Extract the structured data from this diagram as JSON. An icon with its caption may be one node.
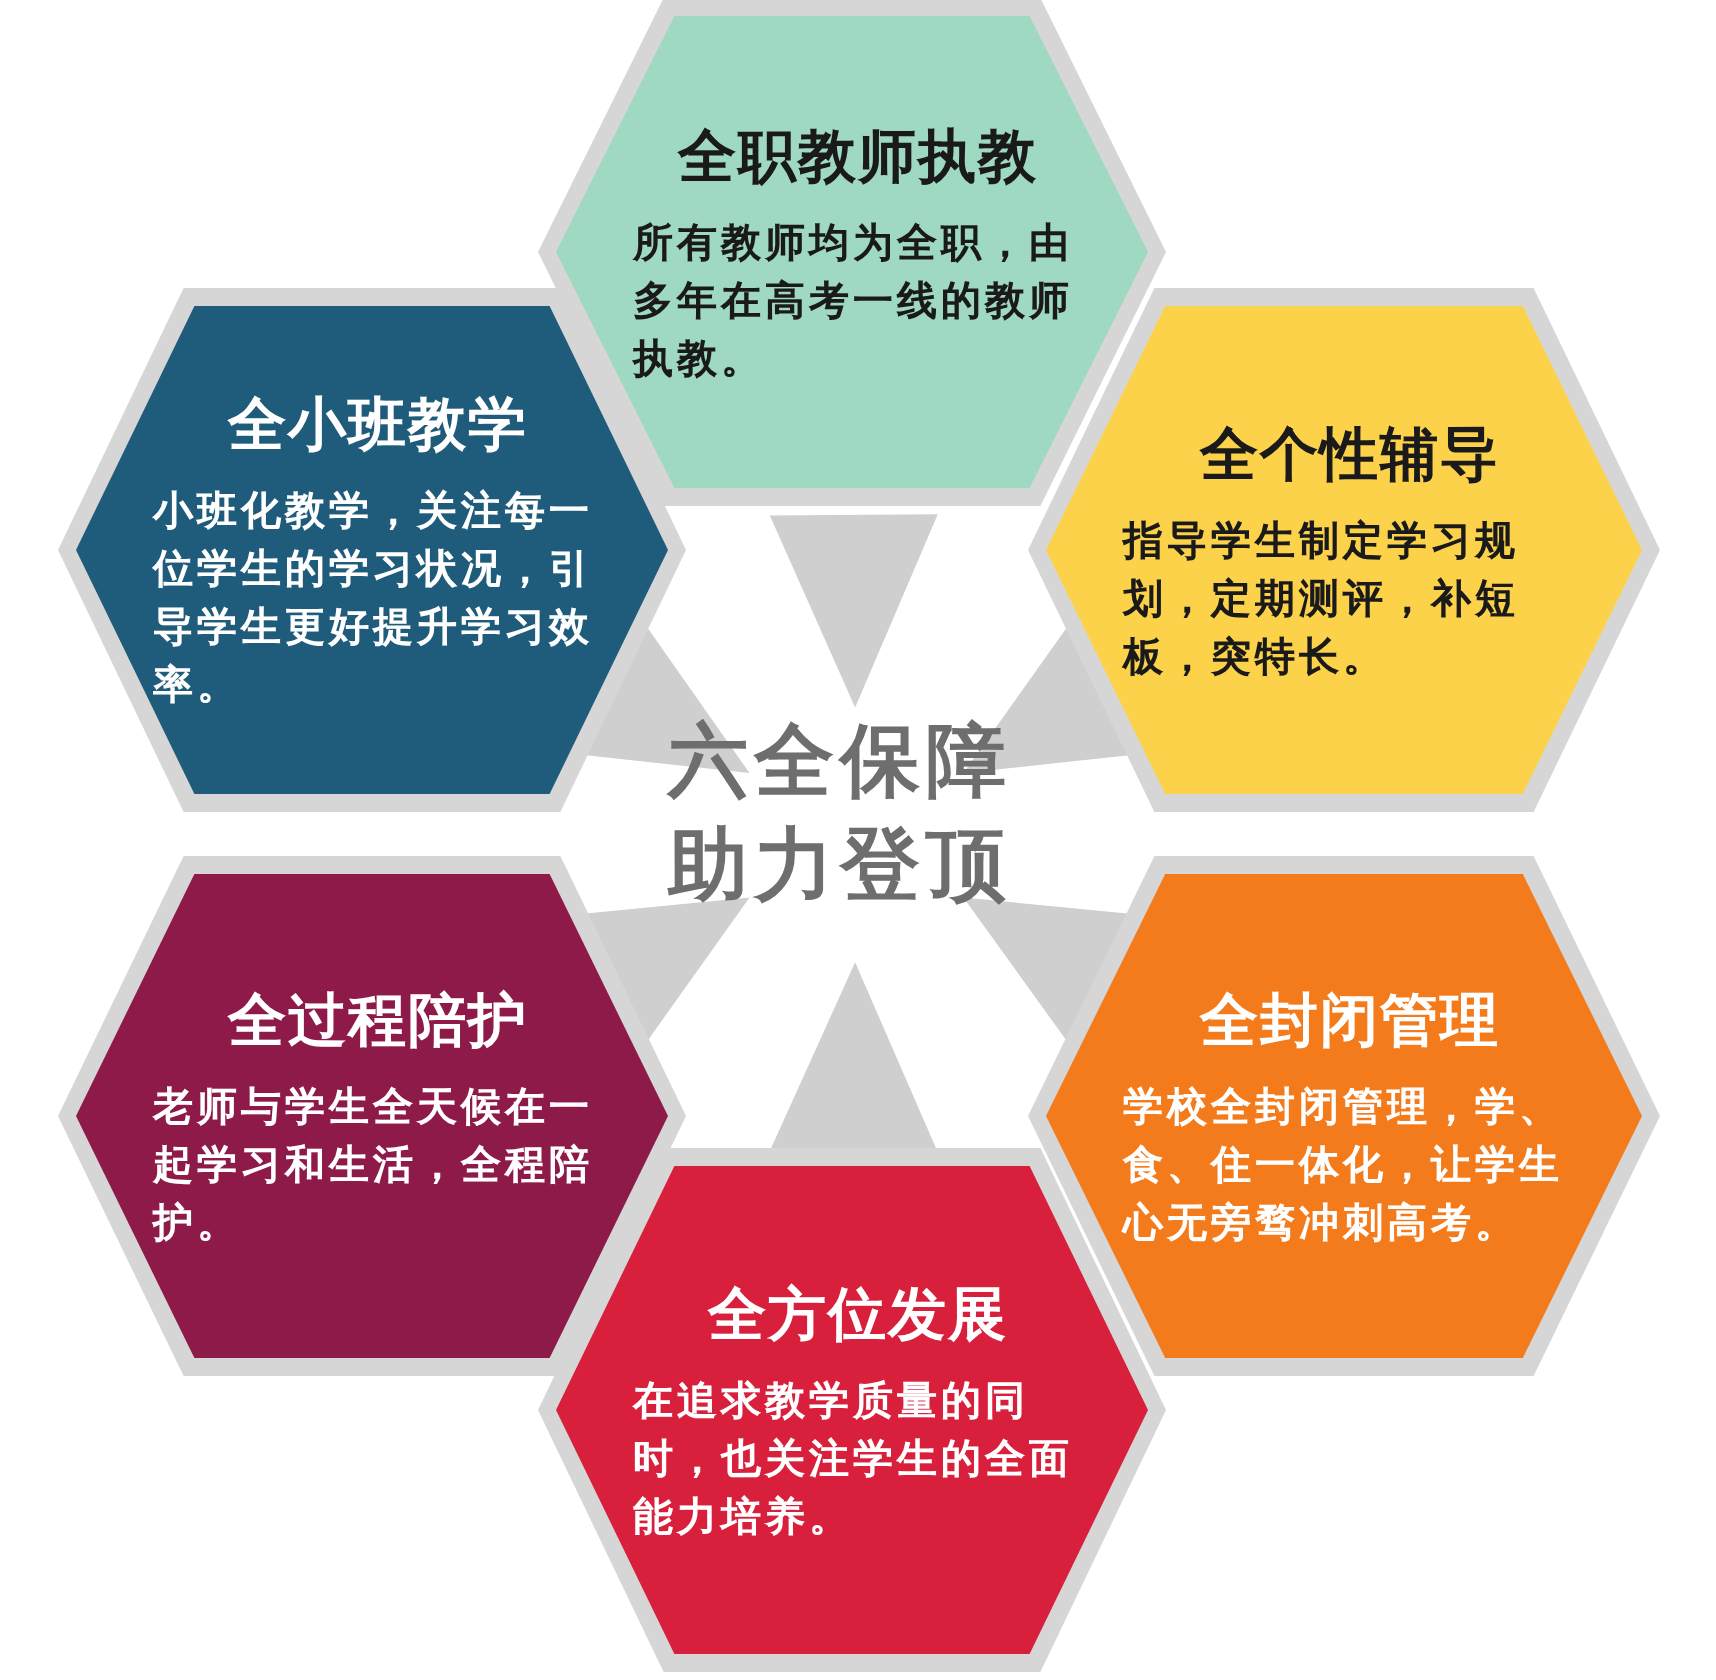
{
  "diagram": {
    "nodes": [
      {
        "text": [
          "全职教师执教",
          "所有教师均为全职，由多年在高考一线的教师执教。"
        ]
      },
      {
        "text": [
          "全小班教学",
          "小班化教学，关注每一位学生的学习状况，引导学生更好提升学习效率。"
        ]
      },
      {
        "text": [
          "全个性辅导",
          "指导学生制定学习规划，定期测评，补短板，突特长。"
        ]
      },
      {
        "text": [
          "全过程陪护",
          "老师与学生全天候在一起学习和生活，全程陪护。"
        ]
      },
      {
        "text": [
          "全封闭管理",
          "学校全封闭管理，学、食、住一体化，让学生心无旁骛冲刺高考。"
        ]
      },
      {
        "text": [
          "全方位发展",
          "在追求教学质量的同时，也关注学生的全面能力培养。"
        ]
      }
    ],
    "labels": [
      "六全保障助力登顶"
    ]
  }
}
